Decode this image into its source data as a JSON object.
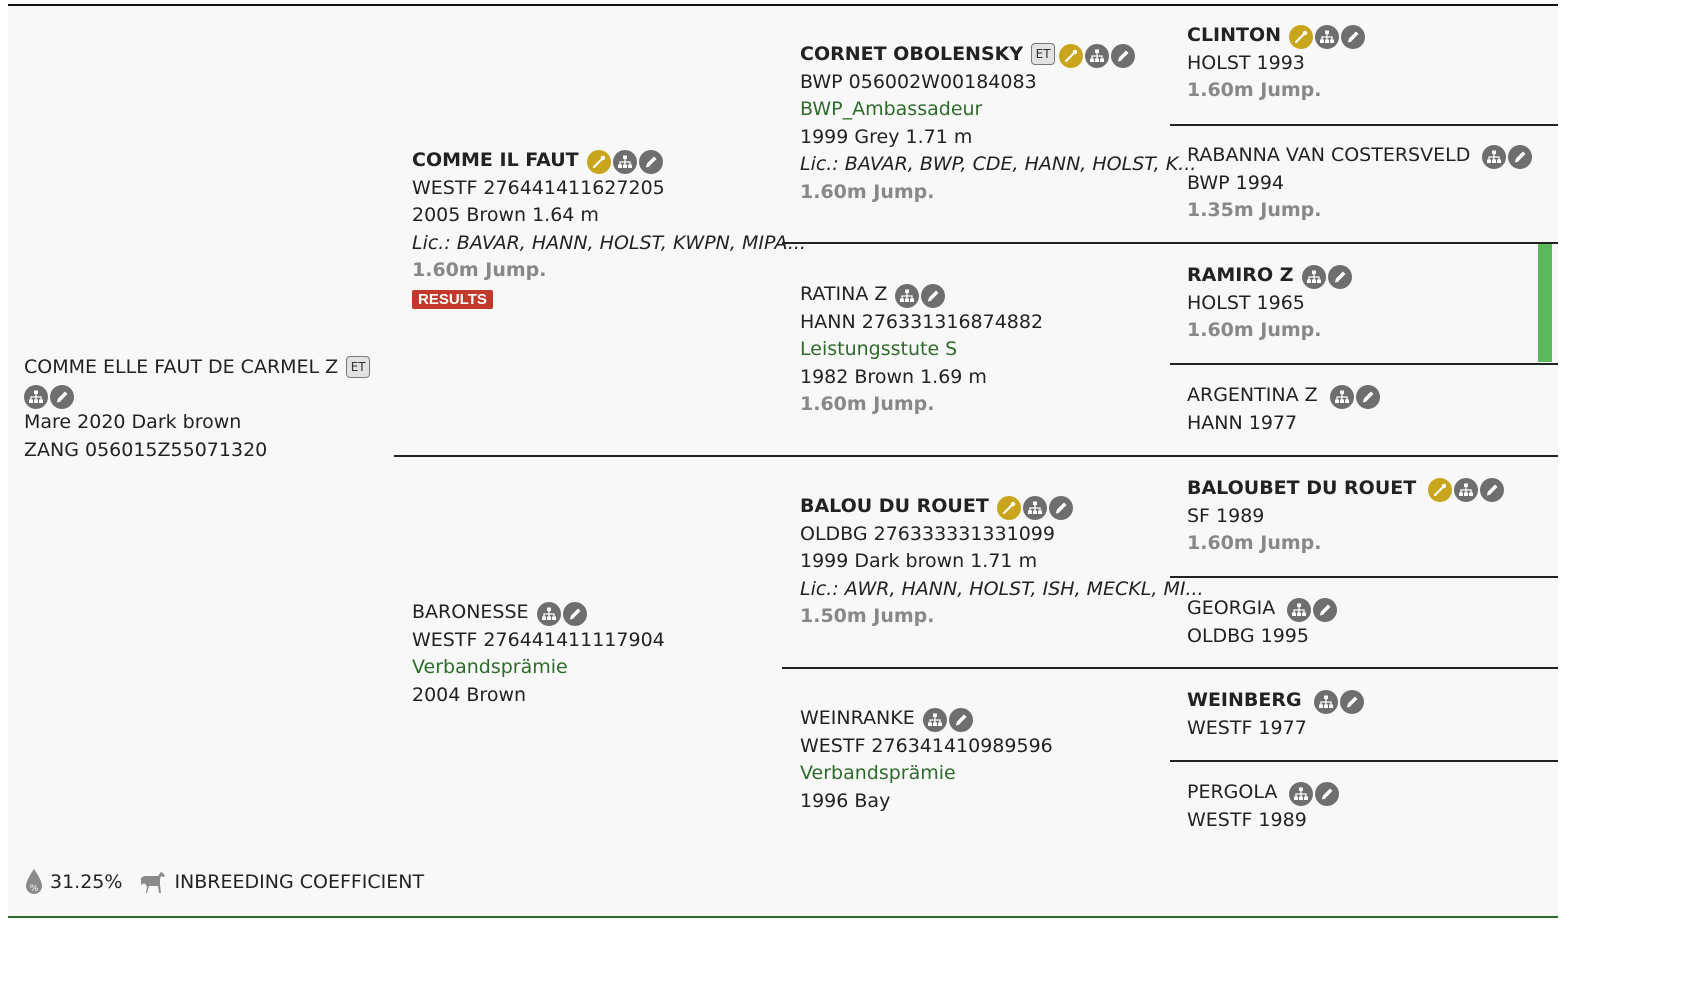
{
  "subject": {
    "name": "COMME ELLE FAUT DE CARMEL Z",
    "et": "ET",
    "line1": "Mare 2020 Dark brown",
    "line2": "ZANG 056015Z55071320"
  },
  "gen1": {
    "sire": {
      "name": "COMME IL FAUT",
      "reg": "WESTF 276441411627205",
      "desc": "2005 Brown 1.64 m",
      "lic": "Lic.: BAVAR, HANN, HOLST, KWPN, MIPA...",
      "jump": "1.60m Jump.",
      "badge": "RESULTS"
    },
    "dam": {
      "name": "BARONESSE",
      "reg": "WESTF 276441411117904",
      "title": "Verbandsprämie",
      "desc": "2004 Brown"
    }
  },
  "gen2": {
    "ss": {
      "name": "CORNET OBOLENSKY",
      "et": "ET",
      "reg": "BWP 056002W00184083",
      "title": "BWP_Ambassadeur",
      "desc": "1999 Grey 1.71 m",
      "lic": "Lic.: BAVAR, BWP, CDE, HANN, HOLST, K...",
      "jump": "1.60m Jump."
    },
    "sd": {
      "name": "RATINA Z",
      "reg": "HANN 276331316874882",
      "title": "Leistungsstute S",
      "desc": "1982 Brown 1.69 m",
      "jump": "1.60m Jump."
    },
    "ds": {
      "name": "BALOU DU ROUET",
      "reg": "OLDBG 276333331331099",
      "desc": "1999 Dark brown 1.71 m",
      "lic": "Lic.: AWR, HANN, HOLST, ISH, MECKL, MI...",
      "jump": "1.50m Jump."
    },
    "dd": {
      "name": "WEINRANKE",
      "reg": "WESTF 276341410989596",
      "title": "Verbandsprämie",
      "desc": "1996 Bay"
    }
  },
  "gen3": [
    {
      "name": "CLINTON",
      "reg": "HOLST 1993",
      "jump": "1.60m Jump."
    },
    {
      "name": "RABANNA VAN COSTERSVELD",
      "reg": "BWP 1994",
      "jump": "1.35m Jump."
    },
    {
      "name": "RAMIRO Z",
      "reg": "HOLST 1965",
      "jump": "1.60m Jump."
    },
    {
      "name": "ARGENTINA Z",
      "reg": "HANN 1977"
    },
    {
      "name": "BALOUBET DU ROUET",
      "reg": "SF 1989",
      "jump": "1.60m Jump."
    },
    {
      "name": "GEORGIA",
      "reg": "OLDBG 1995"
    },
    {
      "name": "WEINBERG",
      "reg": "WESTF 1977"
    },
    {
      "name": "PERGOLA",
      "reg": "WESTF 1989"
    }
  ],
  "inbreeding": {
    "percent": "31.25%",
    "label": "INBREEDING COEFFICIENT"
  },
  "colors": {
    "gold": "#c8a51c",
    "icon_gray": "#6e6e6e",
    "green_text": "#2e6b2a",
    "results_red": "#c0392b",
    "marker_green": "#5cb85c"
  }
}
